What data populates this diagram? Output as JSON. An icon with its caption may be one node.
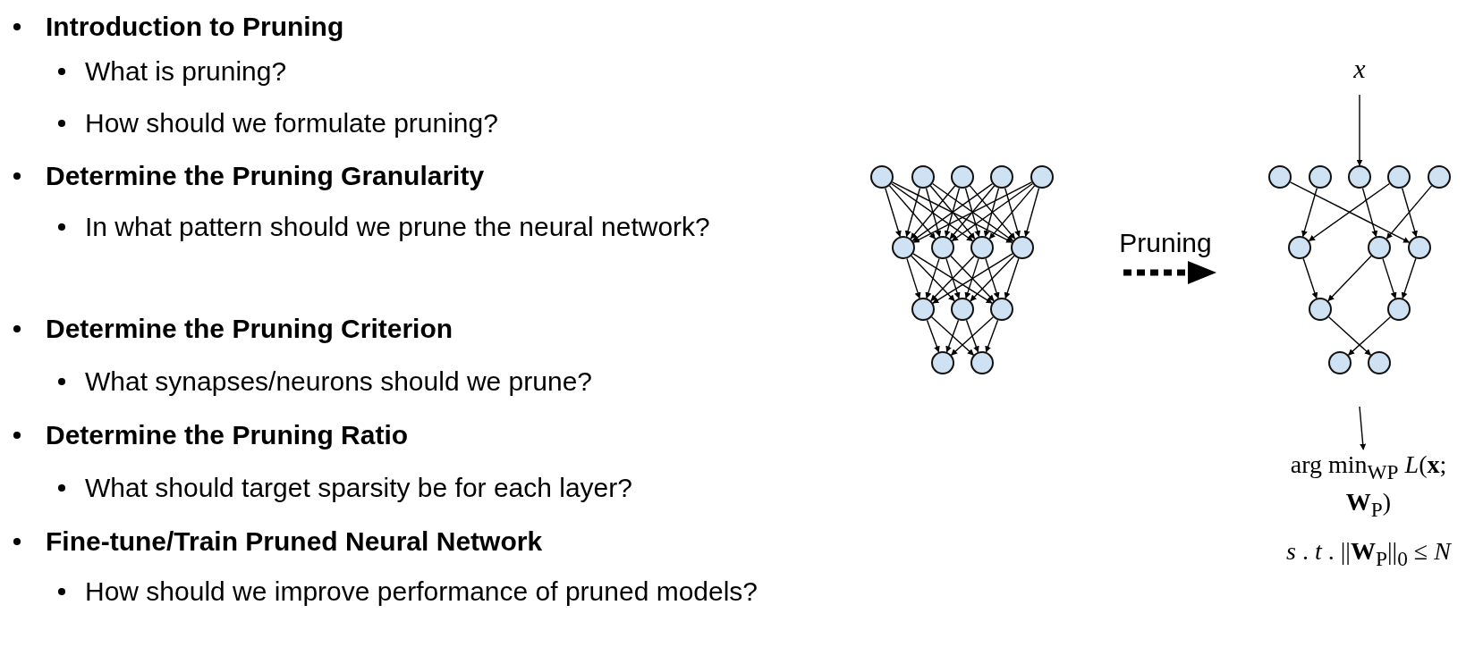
{
  "diagram": {
    "nodes": [
      {
        "text": [],
        "shape": "circle"
      },
      {
        "text": [],
        "shape": "circle"
      },
      {
        "text": [],
        "shape": "circle"
      },
      {
        "text": [],
        "shape": "circle"
      },
      {
        "text": [],
        "shape": "circle"
      },
      {
        "text": [],
        "shape": "circle"
      },
      {
        "text": [],
        "shape": "circle"
      },
      {
        "text": [],
        "shape": "circle"
      },
      {
        "text": [],
        "shape": "circle"
      },
      {
        "text": [],
        "shape": "circle"
      },
      {
        "text": [],
        "shape": "circle"
      },
      {
        "text": [],
        "shape": "circle"
      },
      {
        "text": [],
        "shape": "circle"
      },
      {
        "text": [],
        "shape": "circle"
      },
      {
        "text": [
          "x"
        ]
      },
      {
        "text": [],
        "shape": "circle"
      },
      {
        "text": [],
        "shape": "circle"
      },
      {
        "text": [],
        "shape": "circle"
      },
      {
        "text": [],
        "shape": "circle"
      },
      {
        "text": [],
        "shape": "circle"
      },
      {
        "text": [],
        "shape": "circle"
      },
      {
        "text": [],
        "shape": "circle"
      },
      {
        "text": [],
        "shape": "circle"
      },
      {
        "text": [],
        "shape": "circle"
      },
      {
        "text": [],
        "shape": "circle"
      },
      {
        "text": [],
        "shape": "circle"
      },
      {
        "text": [],
        "shape": "circle"
      },
      {
        "text": [
          "arg min$_{WP}$ *L*(**x**; **W**$_{P}$)",
          "*s* . *t* . ||**W**$_{P}$||$_{0}$ ≤ *N*"
        ]
      }
    ],
    "edges": [
      {
        "from": 0,
        "to": 5,
        "arrow": "to"
      },
      {
        "from": 0,
        "to": 6,
        "arrow": "to"
      },
      {
        "from": 0,
        "to": 7,
        "arrow": "to"
      },
      {
        "from": 0,
        "to": 8,
        "arrow": "to"
      },
      {
        "from": 1,
        "to": 5,
        "arrow": "to"
      },
      {
        "from": 1,
        "to": 6,
        "arrow": "to"
      },
      {
        "from": 1,
        "to": 7,
        "arrow": "to"
      },
      {
        "from": 1,
        "to": 8,
        "arrow": "to"
      },
      {
        "from": 2,
        "to": 5,
        "arrow": "to"
      },
      {
        "from": 2,
        "to": 6,
        "arrow": "to"
      },
      {
        "from": 2,
        "to": 7,
        "arrow": "to"
      },
      {
        "from": 2,
        "to": 8,
        "arrow": "to"
      },
      {
        "from": 3,
        "to": 5,
        "arrow": "to"
      },
      {
        "from": 3,
        "to": 6,
        "arrow": "to"
      },
      {
        "from": 3,
        "to": 7,
        "arrow": "to"
      },
      {
        "from": 3,
        "to": 8,
        "arrow": "to"
      },
      {
        "from": 4,
        "to": 5,
        "arrow": "to"
      },
      {
        "from": 4,
        "to": 6,
        "arrow": "to"
      },
      {
        "from": 4,
        "to": 7,
        "arrow": "to"
      },
      {
        "from": 4,
        "to": 8,
        "arrow": "to"
      },
      {
        "from": 5,
        "to": 9,
        "arrow": "to"
      },
      {
        "from": 5,
        "to": 10,
        "arrow": "to"
      },
      {
        "from": 5,
        "to": 11,
        "arrow": "to"
      },
      {
        "from": 6,
        "to": 9,
        "arrow": "to"
      },
      {
        "from": 6,
        "to": 10,
        "arrow": "to"
      },
      {
        "from": 6,
        "to": 11,
        "arrow": "to"
      },
      {
        "from": 7,
        "to": 9,
        "arrow": "to"
      },
      {
        "from": 7,
        "to": 10,
        "arrow": "to"
      },
      {
        "from": 7,
        "to": 11,
        "arrow": "to"
      },
      {
        "from": 8,
        "to": 9,
        "arrow": "to"
      },
      {
        "from": 8,
        "to": 10,
        "arrow": "to"
      },
      {
        "from": 8,
        "to": 11,
        "arrow": "to"
      },
      {
        "from": 9,
        "to": 12,
        "arrow": "to"
      },
      {
        "from": 9,
        "to": 13,
        "arrow": "to"
      },
      {
        "from": 10,
        "to": 12,
        "arrow": "to"
      },
      {
        "from": 10,
        "to": 13,
        "arrow": "to"
      },
      {
        "from": 11,
        "to": 12,
        "arrow": "to"
      },
      {
        "from": 11,
        "to": 13,
        "arrow": "to"
      },
      {
        "from": 14,
        "to": 17,
        "arrow": "to"
      },
      {
        "from": 15,
        "to": 22,
        "arrow": "to"
      },
      {
        "from": 16,
        "to": 20,
        "arrow": "to"
      },
      {
        "from": 17,
        "to": 21,
        "arrow": "to"
      },
      {
        "from": 18,
        "to": 20,
        "arrow": "to"
      },
      {
        "from": 18,
        "to": 22,
        "arrow": "to"
      },
      {
        "from": 19,
        "to": 21,
        "arrow": "to"
      },
      {
        "from": 20,
        "to": 23,
        "arrow": "to"
      },
      {
        "from": 21,
        "to": 23,
        "arrow": "to"
      },
      {
        "from": 21,
        "to": 24,
        "arrow": "to"
      },
      {
        "from": 22,
        "to": 24,
        "arrow": "to"
      },
      {
        "from": 23,
        "to": 26,
        "arrow": "to"
      },
      {
        "from": 24,
        "to": 25,
        "arrow": "to"
      },
      {
        "from": null,
        "to": 27,
        "arrow": "to"
      }
    ],
    "labels": [
      "Introduction to Pruning",
      "What is pruning?",
      "How should we formulate pruning?",
      "Determine the Pruning Granularity",
      "In what pattern should we prune the neural network?",
      "Determine the Pruning Criterion",
      "What synapses/neurons should we prune?",
      "Determine the Pruning Ratio",
      "What should target sparsity be for each layer?",
      "Fine-tune/Train Pruned Neural Network",
      "How should we improve performance of pruned models?",
      "Pruning"
    ]
  }
}
